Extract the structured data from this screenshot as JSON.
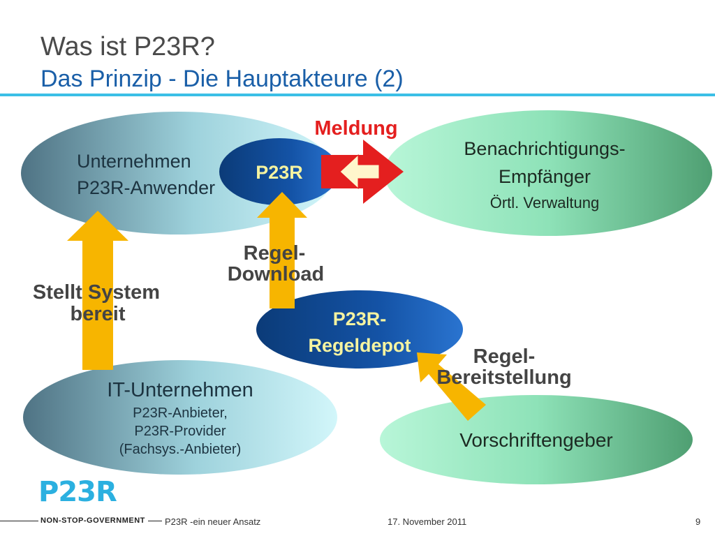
{
  "slide": {
    "title": "Was ist P23R?",
    "subtitle": "Das Prinzip - Die Hauptakteure (2)"
  },
  "nodes": {
    "unternehmen": {
      "line1": "Unternehmen",
      "line2": "P23R-Anwender"
    },
    "p23r": {
      "label": "P23R"
    },
    "empfaenger": {
      "line1": "Benachrichtigungs-",
      "line2": "Empfänger",
      "line3": "Örtl. Verwaltung"
    },
    "regeldepot": {
      "line1": "P23R-",
      "line2": "Regeldepot"
    },
    "it_unternehmen": {
      "line1": "IT-Unternehmen",
      "line2": "P23R-Anbieter,",
      "line3": "P23R-Provider",
      "line4": "(Fachsys.-Anbieter)"
    },
    "vorschriftengeber": {
      "label": "Vorschriftengeber"
    }
  },
  "labels": {
    "meldung": "Meldung",
    "regel_download_1": "Regel-",
    "regel_download_2": "Download",
    "stellt_system_1": "Stellt System",
    "stellt_system_2": "bereit",
    "regel_bereit_1": "Regel-",
    "regel_bereit_2": "Bereitstellung"
  },
  "logo": {
    "text": "P23R"
  },
  "footer": {
    "brand": "NON-STOP-GOVERNMENT",
    "title": "P23R  -ein neuer Ansatz",
    "date": "17. November 2011",
    "page": "9"
  },
  "colors": {
    "title_gray": "#4a4a4a",
    "subtitle_blue": "#1a5fa8",
    "rule_cyan": "#3bbfe6",
    "arrow_yellow": "#f7b500",
    "meldung_red": "#e41f1f",
    "p23r_blue": "#0a3f8c",
    "logo_cyan": "#2bb0e0"
  }
}
